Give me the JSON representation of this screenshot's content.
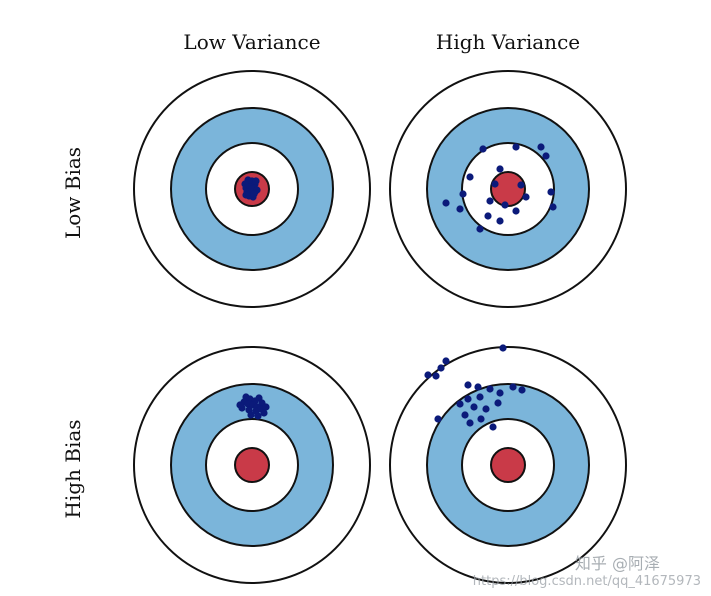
{
  "labels": {
    "low_variance": "Low Variance",
    "high_variance": "High Variance",
    "low_bias": "Low Bias",
    "high_bias": "High Bias"
  },
  "watermark": {
    "brand": "知乎 @阿泽",
    "url": "https://blog.csdn.net/qq_41675973"
  },
  "colors": {
    "ring_blue": "#7bb5da",
    "bullseye_red": "#c93a48",
    "dot_navy": "#0b1a7a",
    "outline": "#111111",
    "background": "#ffffff"
  },
  "targets": [
    {
      "id": "low-bias-low-variance",
      "points": [
        [
          -3,
          -6
        ],
        [
          0,
          -8
        ],
        [
          3,
          -5
        ],
        [
          -6,
          -1
        ],
        [
          -2,
          -2
        ],
        [
          2,
          -1
        ],
        [
          -5,
          3
        ],
        [
          -1,
          4
        ],
        [
          3,
          3
        ],
        [
          -4,
          -9
        ],
        [
          4,
          -8
        ],
        [
          -7,
          -5
        ],
        [
          0,
          0
        ],
        [
          -3,
          7
        ],
        [
          1,
          8
        ],
        [
          5,
          1
        ],
        [
          -6,
          6
        ],
        [
          2,
          5
        ]
      ]
    },
    {
      "id": "low-bias-high-variance",
      "points": [
        [
          -25,
          -40
        ],
        [
          -38,
          -12
        ],
        [
          -45,
          5
        ],
        [
          -62,
          14
        ],
        [
          -13,
          -5
        ],
        [
          -8,
          -20
        ],
        [
          -18,
          12
        ],
        [
          -3,
          16
        ],
        [
          8,
          22
        ],
        [
          13,
          -4
        ],
        [
          18,
          8
        ],
        [
          8,
          -42
        ],
        [
          33,
          -42
        ],
        [
          38,
          -33
        ],
        [
          43,
          3
        ],
        [
          45,
          18
        ],
        [
          -28,
          40
        ],
        [
          -8,
          32
        ],
        [
          -48,
          20
        ],
        [
          -20,
          27
        ]
      ]
    },
    {
      "id": "high-bias-low-variance",
      "points": [
        [
          -6,
          -68
        ],
        [
          -2,
          -66
        ],
        [
          3,
          -64
        ],
        [
          7,
          -67
        ],
        [
          -8,
          -63
        ],
        [
          -4,
          -61
        ],
        [
          1,
          -60
        ],
        [
          5,
          -58
        ],
        [
          10,
          -62
        ],
        [
          -10,
          -57
        ],
        [
          -3,
          -55
        ],
        [
          4,
          -54
        ],
        [
          9,
          -56
        ],
        [
          14,
          -58
        ],
        [
          -12,
          -60
        ],
        [
          12,
          -52
        ],
        [
          -1,
          -50
        ],
        [
          6,
          -49
        ]
      ]
    },
    {
      "id": "high-bias-high-variance",
      "points": [
        [
          -62,
          -104
        ],
        [
          -67,
          -97
        ],
        [
          -80,
          -90
        ],
        [
          -72,
          -89
        ],
        [
          -5,
          -117
        ],
        [
          -40,
          -80
        ],
        [
          -30,
          -78
        ],
        [
          -18,
          -76
        ],
        [
          5,
          -78
        ],
        [
          14,
          -75
        ],
        [
          -8,
          -72
        ],
        [
          -28,
          -68
        ],
        [
          -40,
          -66
        ],
        [
          -34,
          -58
        ],
        [
          -48,
          -61
        ],
        [
          -22,
          -56
        ],
        [
          -10,
          -62
        ],
        [
          -43,
          -50
        ],
        [
          -27,
          -46
        ],
        [
          -70,
          -46
        ],
        [
          -15,
          -38
        ],
        [
          -38,
          -42
        ]
      ]
    }
  ]
}
